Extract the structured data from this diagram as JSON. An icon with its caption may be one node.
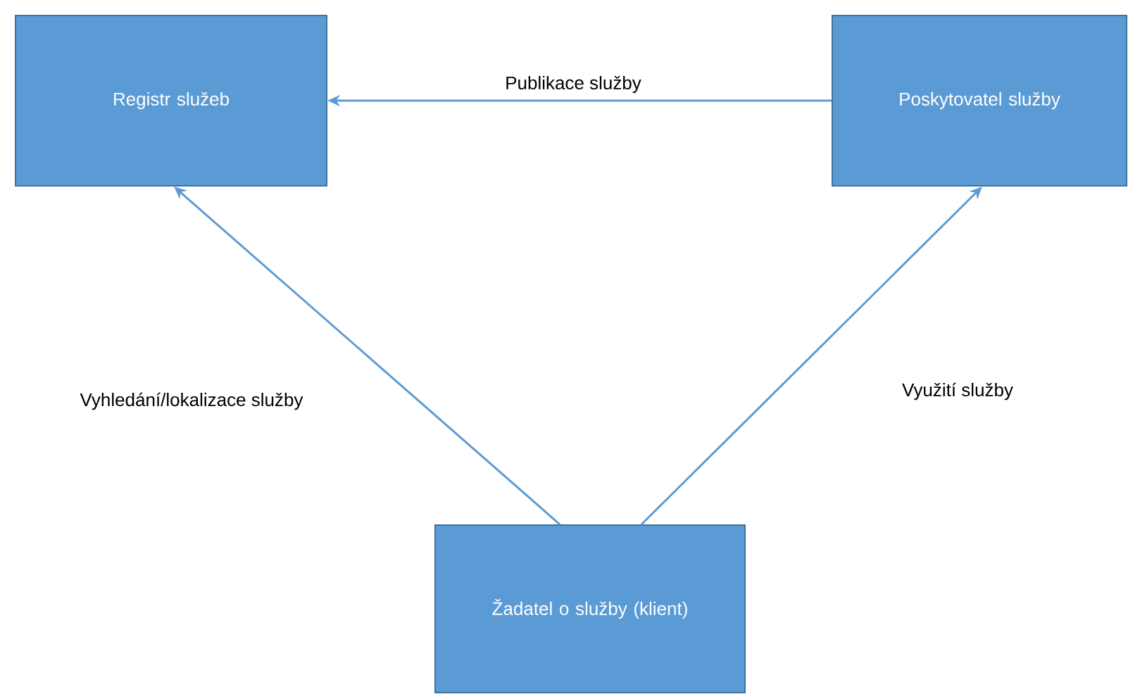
{
  "diagram": {
    "nodes": [
      {
        "text": [
          "Registr služeb"
        ]
      },
      {
        "text": [
          "Poskytovatel služby"
        ]
      },
      {
        "text": [
          "Žadatel o služby (klient)"
        ]
      }
    ],
    "edges": [
      {
        "from": 1,
        "to": 0,
        "arrow": "to",
        "label": "Publikace služby"
      },
      {
        "from": 2,
        "to": 0,
        "arrow": "to",
        "label": "Vyhledání/lokalizace služby"
      },
      {
        "from": 2,
        "to": 1,
        "arrow": "to",
        "label": "Využití služby"
      }
    ]
  }
}
